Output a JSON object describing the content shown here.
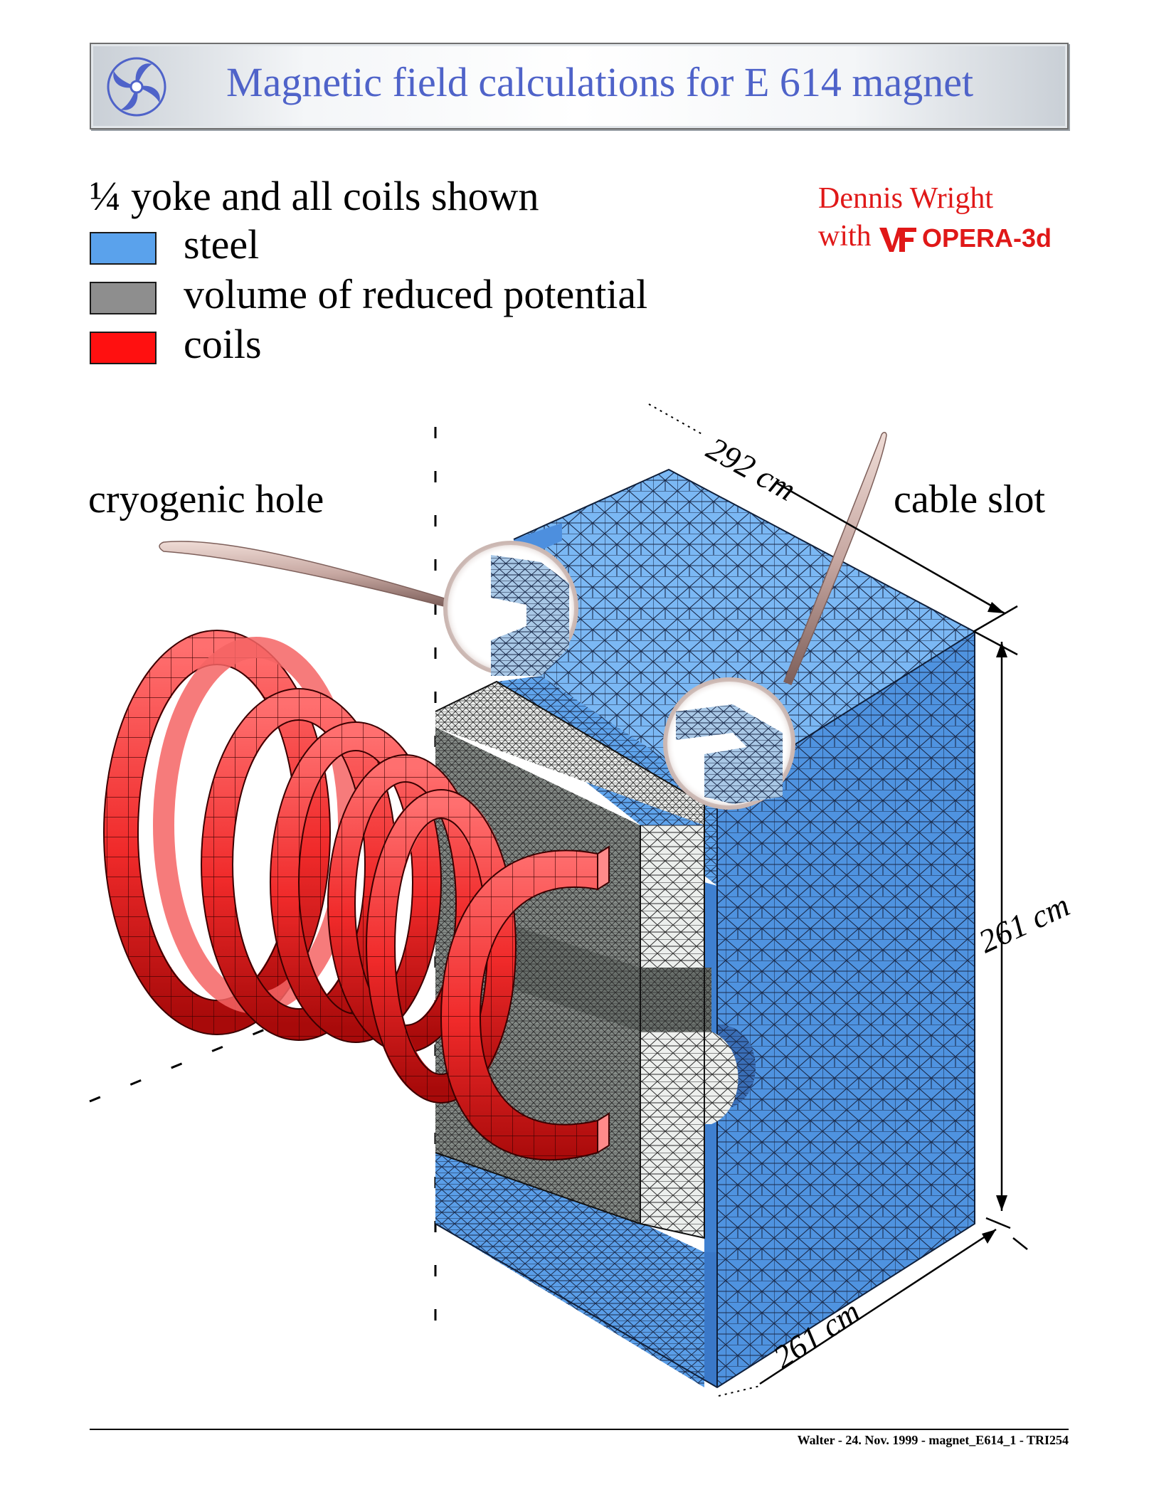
{
  "header": {
    "title": "Magnetic field calculations for E 614 magnet",
    "logo_icon": "triumf-swirl-logo-icon",
    "title_color": "#4f63c9"
  },
  "legend": {
    "heading": "¼ yoke and all coils shown",
    "items": [
      {
        "label": "steel",
        "color": "#5aa2ec"
      },
      {
        "label": "volume of reduced potential",
        "color": "#8e8e8e"
      },
      {
        "label": "coils",
        "color": "#ff1010"
      }
    ]
  },
  "credit": {
    "name": "Dennis Wright",
    "with": "with",
    "software": "OPERA-3d",
    "software_logo_icon": "vector-fields-logo-icon",
    "color": "#e01818"
  },
  "callouts": {
    "left": "cryogenic hole",
    "right": "cable slot"
  },
  "dimensions": {
    "depth": "292 cm",
    "height": "261 cm",
    "width": "261 cm"
  },
  "colors": {
    "steel_light": "#6fb1f2",
    "steel_mid": "#4d8fde",
    "steel_dark": "#3a78c8",
    "gray_light": "#e8eae8",
    "gray_mid": "#8a8f8c",
    "gray_dark": "#6d736f",
    "coil_light": "#ff6a6a",
    "coil_mid": "#f02a2a",
    "coil_dark": "#b20c0c"
  },
  "footer": {
    "text": "Walter - 24. Nov. 1999 - magnet_E614_1  - TRI254"
  }
}
